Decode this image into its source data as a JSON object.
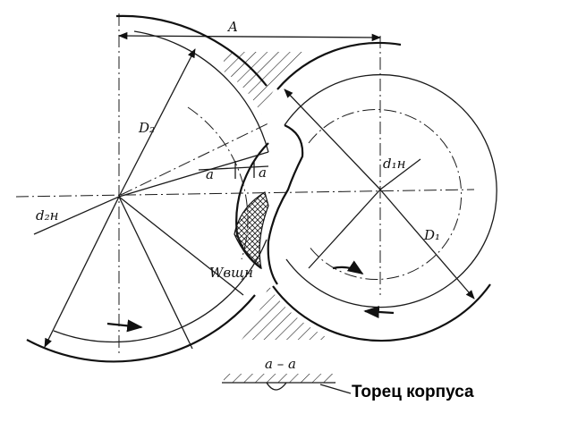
{
  "labels": {
    "center_distance": "A",
    "gear2_outer_diameter": "D₂",
    "gear2_pitch_diameter": "d₂н",
    "gear1_pitch_diameter": "d₁н",
    "gear1_outer_diameter": "D₁",
    "section_mark_left": "a",
    "section_mark_right": "a",
    "trapped_volume": "Wвщн",
    "section_title": "a – a"
  },
  "caption": "Торец корпуса"
}
